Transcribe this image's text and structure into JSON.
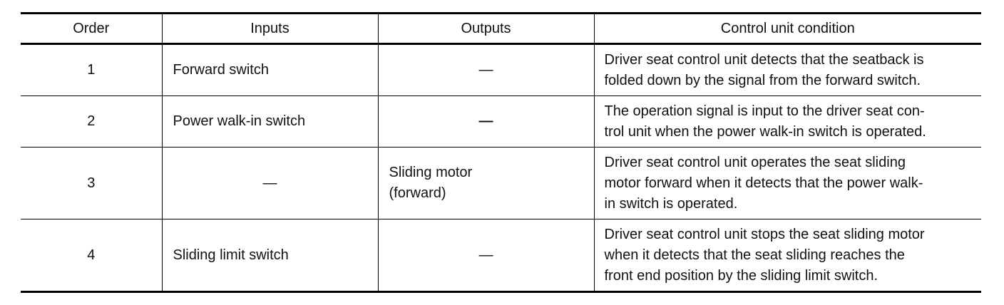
{
  "table": {
    "headers": [
      "Order",
      "Inputs",
      "Outputs",
      "Control unit condition"
    ],
    "rows": [
      {
        "order": "1",
        "input": "Forward switch",
        "output": "—",
        "condition_lines": [
          "Driver seat control unit detects that the seatback is",
          "folded down by the signal from the forward switch."
        ]
      },
      {
        "order": "2",
        "input": "Power walk-in switch",
        "output": "—",
        "condition_lines": [
          "The operation signal is input to the driver seat con-",
          "trol unit when the power walk-in switch is operated."
        ]
      },
      {
        "order": "3",
        "input": "—",
        "output_lines": [
          "Sliding motor",
          "(forward)"
        ],
        "condition_lines": [
          "Driver seat control unit operates the seat sliding",
          "motor forward when it detects that the power walk-",
          "in switch is operated."
        ]
      },
      {
        "order": "4",
        "input": "Sliding limit switch",
        "output": "—",
        "condition_lines": [
          "Driver seat control unit stops the seat sliding motor",
          "when it detects that the seat sliding reaches the",
          "front end position by the sliding limit switch."
        ]
      }
    ]
  }
}
